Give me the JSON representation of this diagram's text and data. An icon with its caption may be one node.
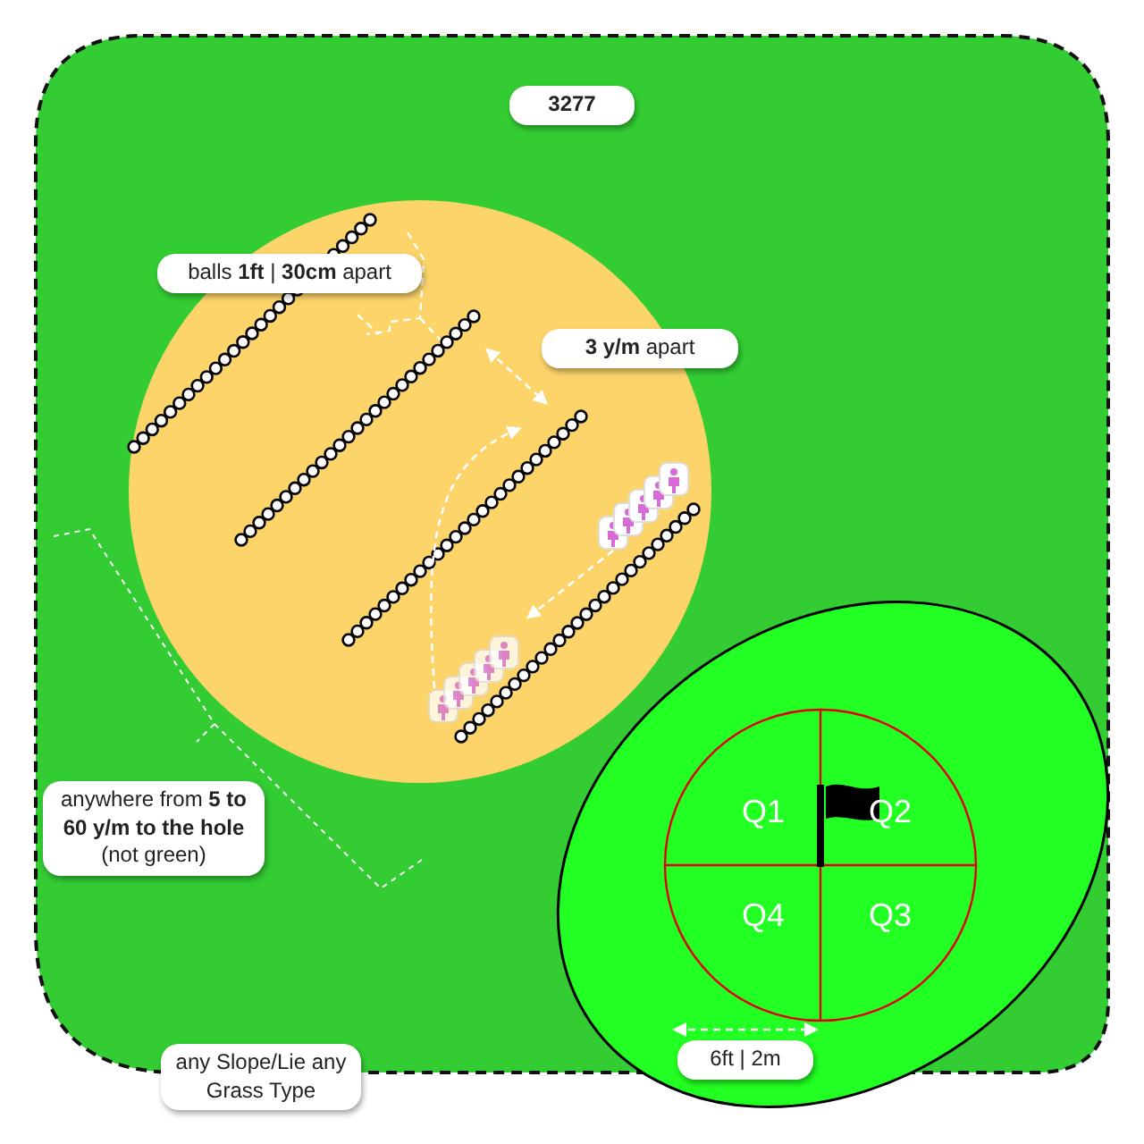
{
  "diagram": {
    "labels": [
      "3277",
      "balls **1ft** | **30cm** apart",
      "**3 y/m** apart",
      "anywhere from **5 to 60 y/m to the hole** (not green)",
      "Q1",
      "Q2",
      "Q4",
      "Q3",
      "6ft | 2m",
      "any Slope/Lie any Grass Type"
    ]
  }
}
